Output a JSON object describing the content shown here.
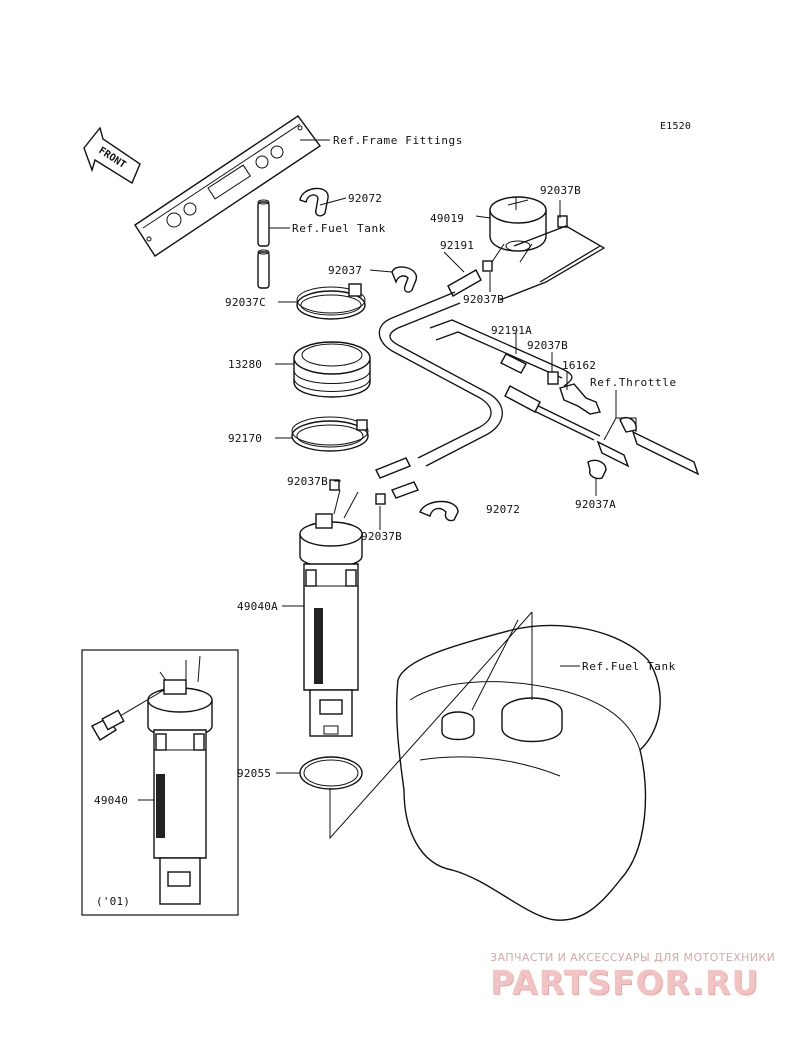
{
  "diagram": {
    "code": "E1520",
    "direction_label": "FRONT",
    "refs": {
      "frame_fittings": "Ref.Frame Fittings",
      "fuel_tank_upper": "Ref.Fuel Tank",
      "throttle": "Ref.Throttle",
      "fuel_tank_lower": "Ref.Fuel Tank"
    },
    "part_numbers": {
      "p92072_top": "92072",
      "p49019": "49019",
      "p92037B_top": "92037B",
      "p92191": "92191",
      "p92037": "92037",
      "p92037B_mid": "92037B",
      "p92037C": "92037C",
      "p92191A": "92191A",
      "p92037B_right": "92037B",
      "p16162": "16162",
      "p13280": "13280",
      "p92170": "92170",
      "p92037A": "92037A",
      "p92037B_left": "92037B",
      "p92072_bottom": "92072",
      "p92037B_low": "92037B",
      "p49040A": "49040A",
      "p92055": "92055",
      "p49040": "49040"
    },
    "inset_note": "('01)"
  },
  "watermark": {
    "tagline": "ЗАПЧАСТИ И АКСЕССУАРЫ ДЛЯ МОТОТЕХНИКИ",
    "logo": "PARTSFOR.RU"
  }
}
